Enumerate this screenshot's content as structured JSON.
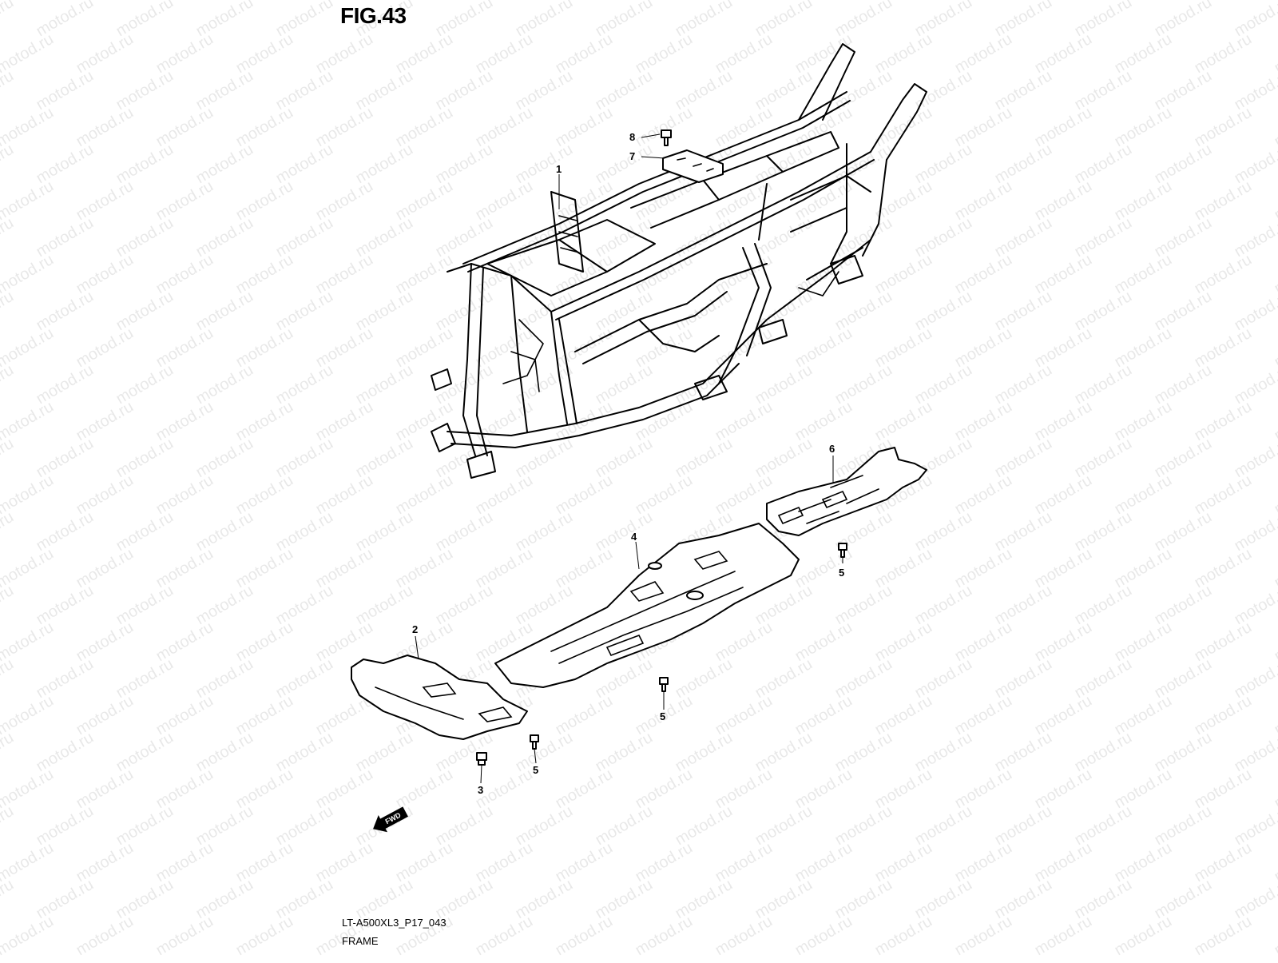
{
  "figure": {
    "title": "FIG.43",
    "code": "LT-A500XL3_P17_043",
    "name": "FRAME",
    "watermark": "motod.ru",
    "fwd_label": "FWD"
  },
  "callouts": [
    {
      "id": "callout-1",
      "number": "1"
    },
    {
      "id": "callout-2",
      "number": "2"
    },
    {
      "id": "callout-3",
      "number": "3"
    },
    {
      "id": "callout-4",
      "number": "4"
    },
    {
      "id": "callout-5a",
      "number": "5"
    },
    {
      "id": "callout-5b",
      "number": "5"
    },
    {
      "id": "callout-5c",
      "number": "5"
    },
    {
      "id": "callout-6",
      "number": "6"
    },
    {
      "id": "callout-7",
      "number": "7"
    },
    {
      "id": "callout-8",
      "number": "8"
    }
  ]
}
